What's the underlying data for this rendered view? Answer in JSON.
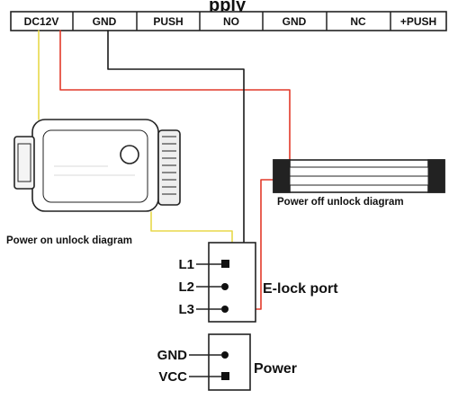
{
  "header": {
    "title_fragment": "pply"
  },
  "terminals": [
    "DC12V",
    "GND",
    "PUSH",
    "NO",
    "GND",
    "NC",
    "+PUSH"
  ],
  "captions": {
    "power_on": "Power on unlock diagram",
    "power_off": "Power off unlock diagram"
  },
  "lock_port": {
    "label": "E-lock port",
    "pins": [
      "L1",
      "L2",
      "L3"
    ]
  },
  "power_port": {
    "label": "Power",
    "pins": [
      "GND",
      "VCC"
    ]
  },
  "colors": {
    "wire_yellow": "#e8d84a",
    "wire_red": "#e23a2a",
    "wire_black": "#1a1a1a",
    "outline": "#222222"
  }
}
